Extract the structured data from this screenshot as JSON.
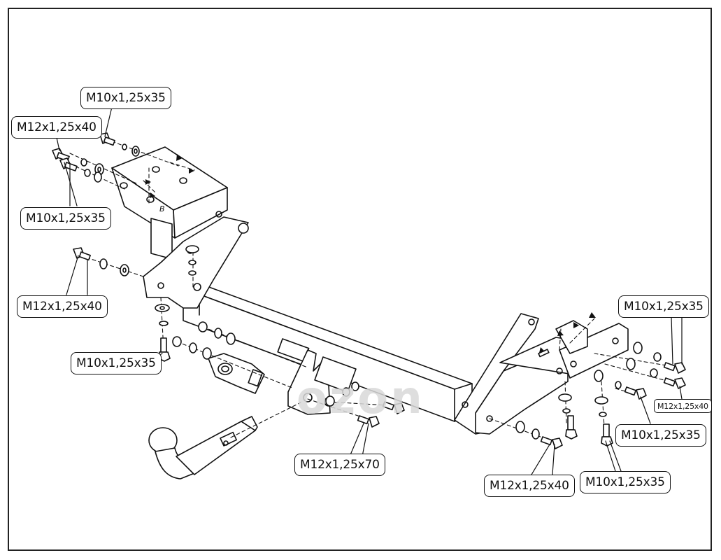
{
  "labels": {
    "l1": "M10x1,25x35",
    "l2": "M12x1,25x40",
    "l3": "M10x1,25x35",
    "l4": "M12x1,25x40",
    "l5": "M10x1,25x35",
    "l6": "M12x1,25x70",
    "l7": "M12x1,25x40",
    "l8": "M10x1,25x35",
    "l9": "M10x1,25x35",
    "l10": "M12x1,25x40",
    "l11": "M10x1,25x35"
  },
  "bracket_mark": "B",
  "watermark": "ozon",
  "colors": {
    "line": "#111111",
    "watermark": "#d9d9d9"
  }
}
